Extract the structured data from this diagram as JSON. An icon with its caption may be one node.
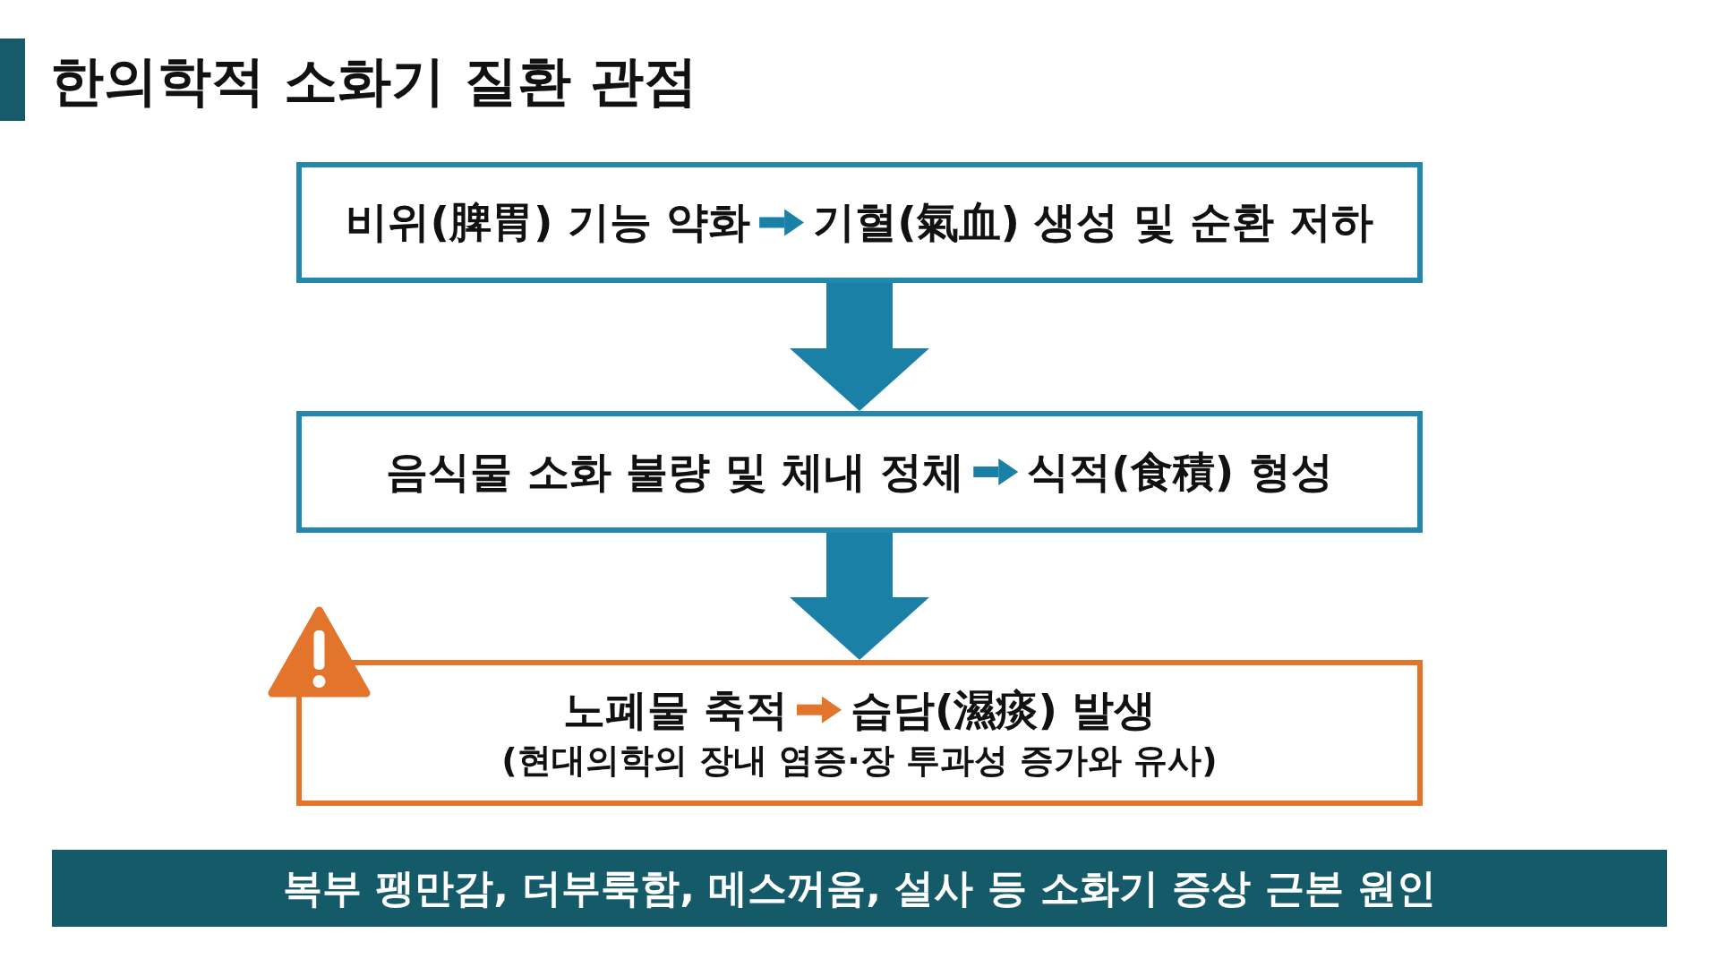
{
  "diagram": {
    "title": "한의학적 소화기 질환 관점",
    "nodes": [
      {
        "text": [],
        "shape": "box"
      },
      {
        "text": [
          "비위(脾胃) 기능 약화"
        ],
        "in": 0
      },
      {
        "text": [
          "기혈(氣血) 생성 및 순환 저하"
        ],
        "in": 0
      },
      {
        "text": [],
        "shape": "box"
      },
      {
        "text": [
          "음식물 소화 불량 및 체내 정체"
        ],
        "in": 3
      },
      {
        "text": [
          "식적(食積) 형성"
        ],
        "in": 3
      },
      {
        "text": [
          "(현대의학의 장내 염증·장 투과성 증가와 유사)"
        ]
      },
      {
        "text": [
          "노폐물 축적"
        ],
        "in": 6
      },
      {
        "text": [
          "습담(濕痰) 발생"
        ],
        "in": 6
      },
      {
        "text": [
          "복부 팽만감, 더부룩함, 메스꺼움, 설사 등 소화기 증상 근본 원인"
        ]
      }
    ],
    "edges": [
      {
        "from": 1,
        "to": 2,
        "arrow": "to"
      },
      {
        "from": 0,
        "to": 3,
        "arrow": "to",
        "style": "thick"
      },
      {
        "from": 4,
        "to": 5,
        "arrow": "to"
      },
      {
        "from": 3,
        "to": 6,
        "arrow": "to",
        "style": "thick"
      },
      {
        "from": 7,
        "to": 8,
        "arrow": "to",
        "color": "#e2742b"
      }
    ]
  }
}
